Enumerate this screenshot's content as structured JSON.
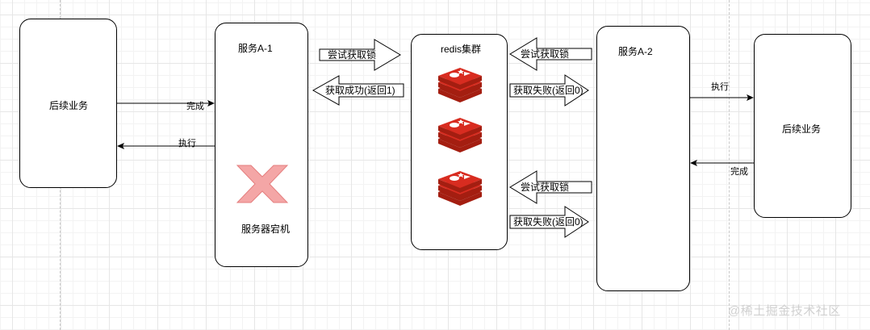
{
  "nodes": {
    "left_followup": "后续业务",
    "service_a1": "服务A-1",
    "redis_cluster": "redis集群",
    "service_a2": "服务A-2",
    "right_followup": "后续业务",
    "server_down": "服务器宕机"
  },
  "edges": {
    "left_complete": "完成",
    "left_execute": "执行",
    "right_execute": "执行",
    "right_complete": "完成"
  },
  "arrows": {
    "a1_try_lock": "尝试获取锁",
    "a1_lock_success": "获取成功(返回1)",
    "a2_try_lock_top": "尝试获取锁",
    "a2_lock_fail_top": "获取失败(返回0)",
    "a2_try_lock_bottom": "尝试获取锁",
    "a2_lock_fail_bottom": "获取失败(返回0)"
  },
  "icons": {
    "redis": "redis-logo-icon",
    "crash": "red-x-crash-icon"
  },
  "colors": {
    "redis_red": "#d82c20",
    "redis_dark": "#a41e11",
    "crash_red": "#f4a6a6"
  },
  "watermark": "@稀土掘金技术社区"
}
